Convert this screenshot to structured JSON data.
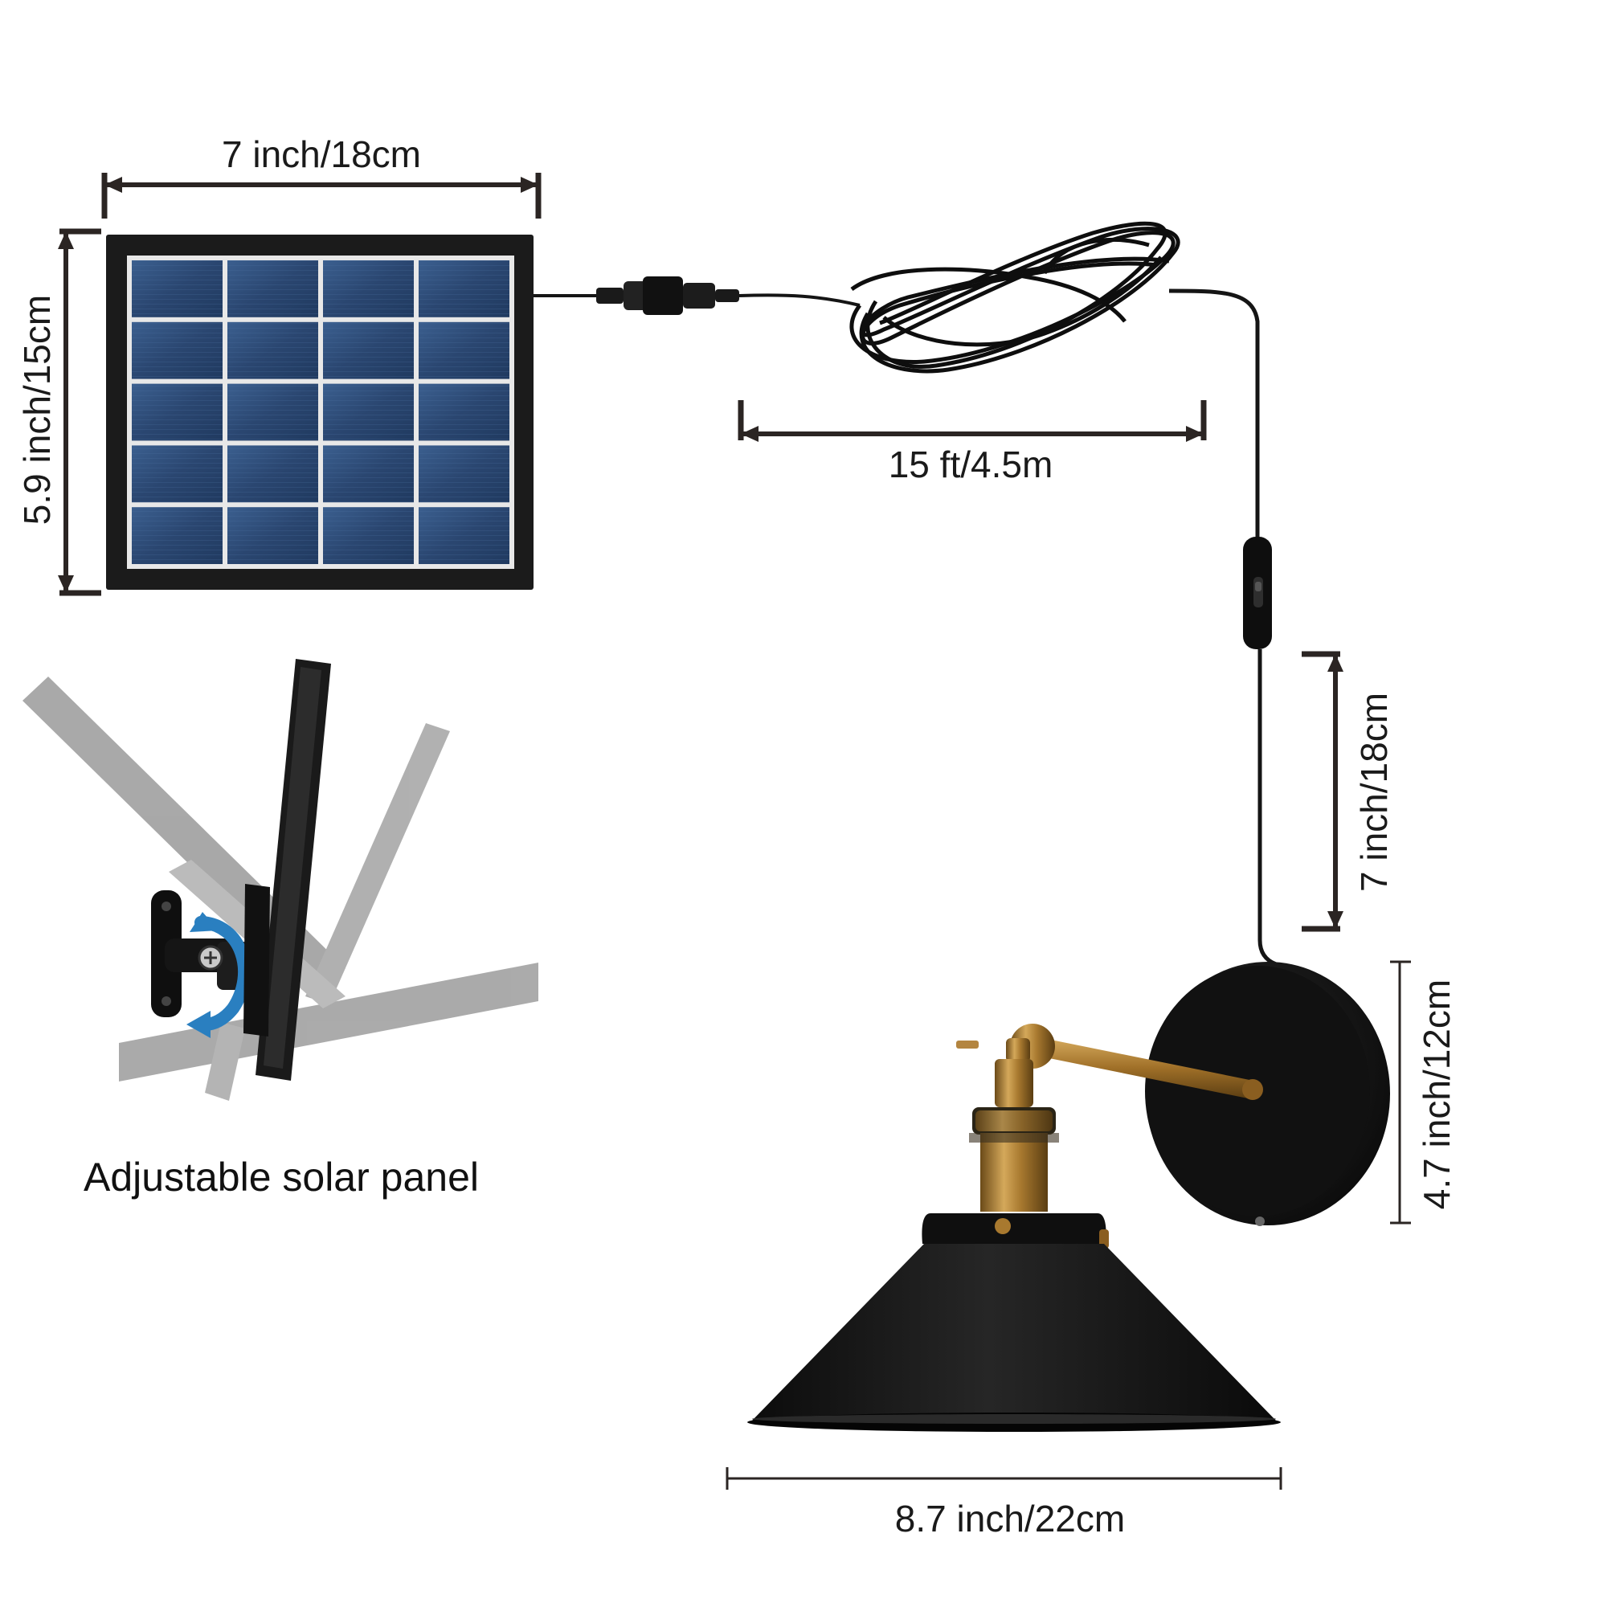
{
  "dimensions": {
    "panel_width": "7 inch/18cm",
    "panel_height": "5.9 inch/15cm",
    "cable_length": "15 ft/4.5m",
    "drop_length": "7 inch/18cm",
    "base_height": "4.7 inch/12cm",
    "shade_width": "8.7 inch/22cm"
  },
  "caption": "Adjustable solar panel",
  "colors": {
    "dimension_line": "#2b2523",
    "panel_frame": "#1b1b1b",
    "solar_cell": "#2f4f7a",
    "ghost_panel": "#9a9a9a",
    "lamp_black": "#111111",
    "brass": "#a8792f",
    "rotate_arrow": "#2a7fc0"
  },
  "icons": {
    "rotate": "rotate-arrow-icon",
    "switch": "inline-switch-icon"
  }
}
